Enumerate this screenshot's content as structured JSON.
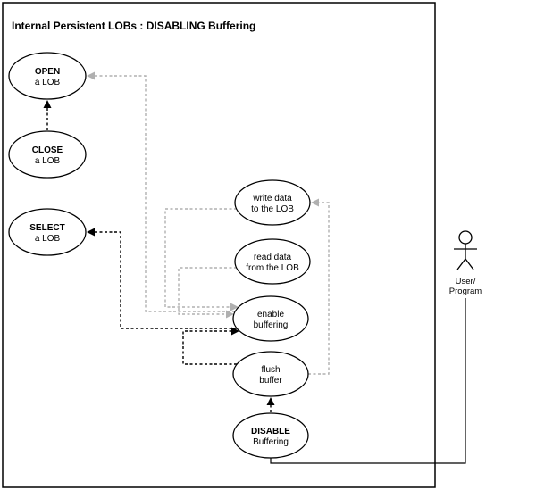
{
  "diagram": {
    "title": "Internal Persistent LOBs : DISABLING Buffering",
    "use_cases": {
      "open": {
        "line1": "OPEN",
        "line2": "a LOB"
      },
      "close": {
        "line1": "CLOSE",
        "line2": "a LOB"
      },
      "select": {
        "line1": "SELECT",
        "line2": "a LOB"
      },
      "write": {
        "line1": "write data",
        "line2": "to the LOB"
      },
      "read": {
        "line1": "read data",
        "line2": "from the LOB"
      },
      "enable": {
        "line1": "enable",
        "line2": "buffering"
      },
      "flush": {
        "line1": "flush",
        "line2": "buffer"
      },
      "disable": {
        "line1": "DISABLE",
        "line2": "Buffering"
      }
    },
    "actor": {
      "line1": "User/",
      "line2": "Program"
    },
    "colors": {
      "black": "#000000",
      "gray": "#b0b0b0",
      "background": "#ffffff"
    }
  }
}
